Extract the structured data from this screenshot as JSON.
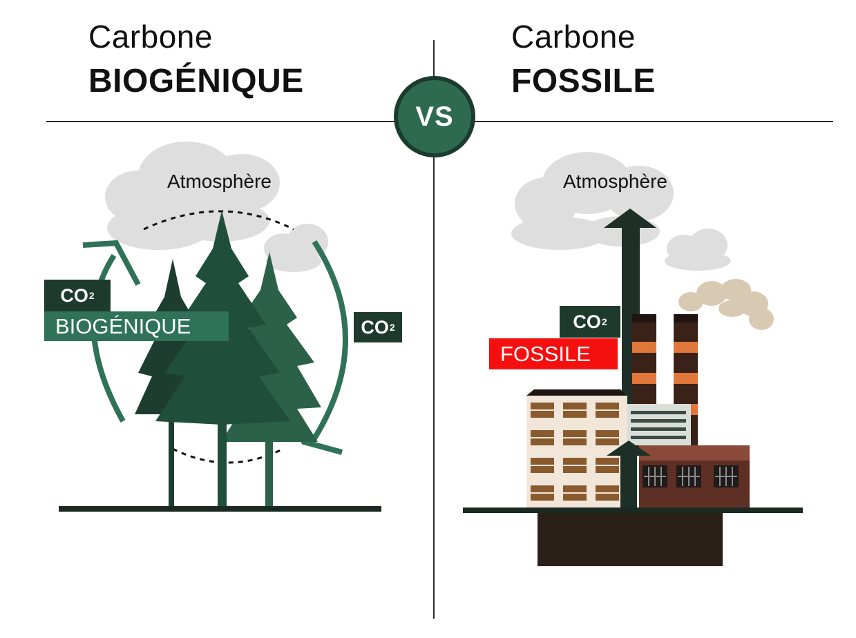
{
  "left": {
    "title_line1": "Carbone",
    "title_line2": "BIOGÉNIQUE",
    "atmosphere_label": "Atmosphère",
    "co2_tag_left": {
      "text": "CO",
      "subscript": "2"
    },
    "co2_tag_right": {
      "text": "CO",
      "subscript": "2"
    },
    "type_label": "BIOGÉNIQUE"
  },
  "right": {
    "title_line1": "Carbone",
    "title_line2": "FOSSILE",
    "atmosphere_label": "Atmosphère",
    "co2_tag": {
      "text": "CO",
      "subscript": "2"
    },
    "type_label": "FOSSILE"
  },
  "center": {
    "vs_label": "VS"
  },
  "colors": {
    "dark_green": "#1d3a2c",
    "green": "#2f7258",
    "tree_green": "#1f4f3b",
    "fossil_red": "#f50f0f",
    "cloud_gray": "#dcdcdc",
    "smoke_beige": "#d8c9b2",
    "chimney_orange": "#e0763a"
  }
}
